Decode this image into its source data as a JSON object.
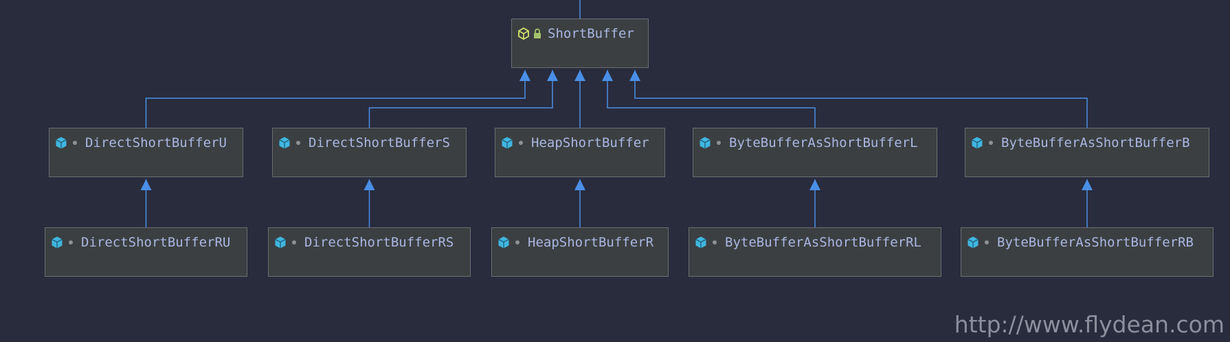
{
  "diagram": {
    "root": {
      "name": "ShortBuffer",
      "icon": "abstract-class-icon",
      "visibility": "lock-icon"
    },
    "level1": [
      {
        "name": "DirectShortBufferU",
        "icon": "class-icon",
        "visibility": "package-private-dot"
      },
      {
        "name": "DirectShortBufferS",
        "icon": "class-icon",
        "visibility": "package-private-dot"
      },
      {
        "name": "HeapShortBuffer",
        "icon": "class-icon",
        "visibility": "package-private-dot"
      },
      {
        "name": "ByteBufferAsShortBufferL",
        "icon": "class-icon",
        "visibility": "package-private-dot"
      },
      {
        "name": "ByteBufferAsShortBufferB",
        "icon": "class-icon",
        "visibility": "package-private-dot"
      }
    ],
    "level2": [
      {
        "name": "DirectShortBufferRU",
        "icon": "class-icon",
        "visibility": "package-private-dot",
        "parent": "DirectShortBufferU"
      },
      {
        "name": "DirectShortBufferRS",
        "icon": "class-icon",
        "visibility": "package-private-dot",
        "parent": "DirectShortBufferS"
      },
      {
        "name": "HeapShortBufferR",
        "icon": "class-icon",
        "visibility": "package-private-dot",
        "parent": "HeapShortBuffer"
      },
      {
        "name": "ByteBufferAsShortBufferRL",
        "icon": "class-icon",
        "visibility": "package-private-dot",
        "parent": "ByteBufferAsShortBufferL"
      },
      {
        "name": "ByteBufferAsShortBufferRB",
        "icon": "class-icon",
        "visibility": "package-private-dot",
        "parent": "ByteBufferAsShortBufferB"
      }
    ]
  },
  "colors": {
    "background": "#292c3d",
    "edge": "#4a8fe7",
    "class_icon": "#40b6e0",
    "abstract_icon": "#d5e26d",
    "lock_icon": "#a3c36b",
    "label": "#a9b7e2"
  },
  "watermark": "http://www.flydean.com"
}
